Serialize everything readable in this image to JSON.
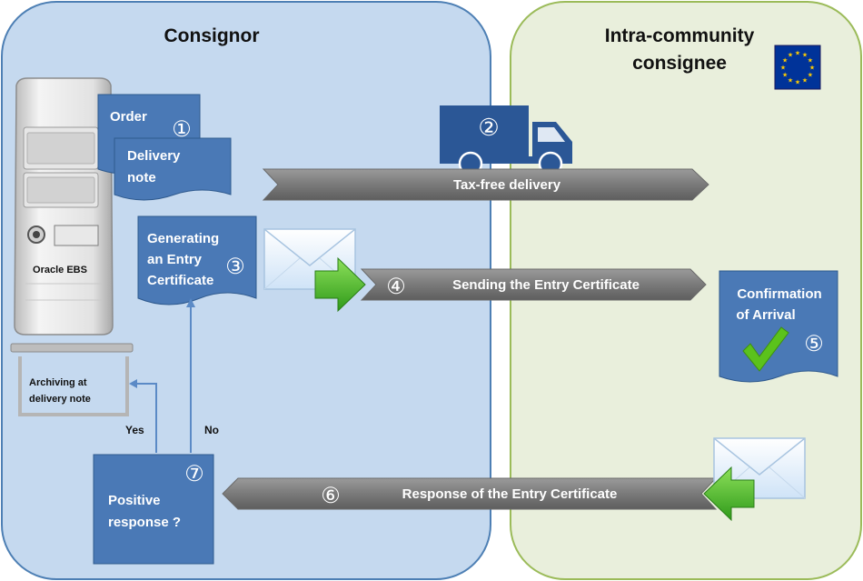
{
  "lanes": {
    "consignor": "Consignor",
    "consignee_line1": "Intra-community",
    "consignee_line2": "consignee"
  },
  "server": {
    "label": "Oracle EBS"
  },
  "docs": {
    "order": {
      "label": "Order",
      "step": "①"
    },
    "delivery_note": {
      "line1": "Delivery",
      "line2": "note"
    },
    "generating": {
      "line1": "Generating",
      "line2": "an Entry",
      "line3": "Certificate",
      "step": "③"
    },
    "confirmation": {
      "line1": "Confirmation",
      "line2": "of Arrival",
      "step": "⑤"
    }
  },
  "truck": {
    "step": "②"
  },
  "arrows": {
    "tax_free": {
      "label": "Tax-free delivery"
    },
    "sending": {
      "label": "Sending the Entry Certificate",
      "step": "④"
    },
    "response": {
      "label": "Response of the Entry Certificate",
      "step": "⑥"
    }
  },
  "archive": {
    "line1": "Archiving at",
    "line2": "delivery note"
  },
  "decision": {
    "line1": "Positive",
    "line2": "response ?",
    "step": "⑦",
    "yes": "Yes",
    "no": "No"
  },
  "colors": {
    "lane_blue": "#c5d9ef",
    "lane_blue_border": "#4d7fb4",
    "lane_green": "#e9efdc",
    "lane_green_border": "#9bbb59",
    "doc_blue": "#4a79b6",
    "truck_blue": "#2b5796",
    "arrow_gray": "#7b7b7b",
    "eu_blue": "#003399",
    "eu_yellow": "#ffcc00",
    "check_green": "#5bc21c"
  }
}
